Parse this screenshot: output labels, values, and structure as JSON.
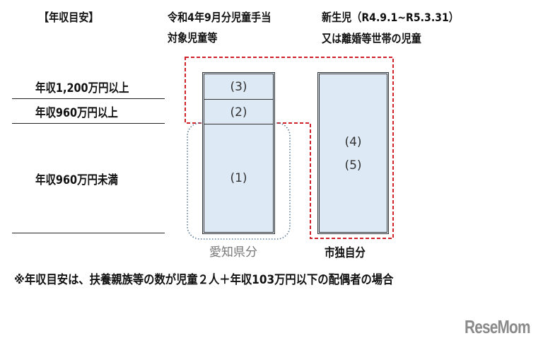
{
  "header": {
    "income_guide": "【年収目安】",
    "col1_line1": "令和4年9月分児童手当",
    "col1_line2": "対象児童等",
    "col2_line1": "新生児（R4.9.1~R5.3.31）",
    "col2_line2": "又は離婚等世帯の児童"
  },
  "rows": [
    {
      "label": "年収1,200万円以上"
    },
    {
      "label": "年収960万円以上"
    },
    {
      "label": "年収960万円未満"
    }
  ],
  "bar1": {
    "segments": [
      "(3)",
      "(2)",
      "(1)"
    ],
    "caption": "愛知県分"
  },
  "bar2": {
    "segments": [
      "(4)",
      "(5)"
    ],
    "caption": "市独自分"
  },
  "note": "※年収目安は、扶養親族等の数が児童２人＋年収103万円以下の配偶者の場合",
  "logo": "ReseMom",
  "colors": {
    "bar_fill": "#dde9f5",
    "red_dash": "#d0202a",
    "blue_dot": "#5a7a9a"
  }
}
